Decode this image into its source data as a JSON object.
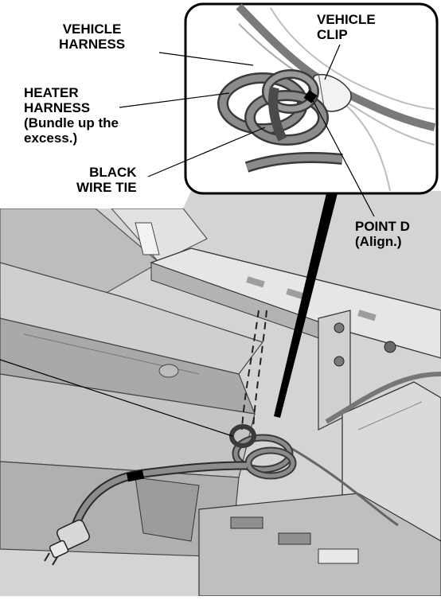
{
  "labels": {
    "vehicle_harness": [
      "VEHICLE",
      "HARNESS"
    ],
    "vehicle_clip": [
      "VEHICLE",
      "CLIP"
    ],
    "heater_harness": [
      "HEATER",
      "HARNESS",
      "(Bundle up the",
      "excess.)"
    ],
    "black_wire_tie": [
      "BLACK",
      "WIRE TIE"
    ],
    "point_d": [
      "POINT D",
      "(Align.)"
    ]
  },
  "colors": {
    "background": "#ffffff",
    "text": "#000000",
    "metal": "#c9c9c9",
    "metal_dark": "#9a9a9a",
    "harness": "#7d7d7d",
    "wire_tie": "#111111"
  }
}
